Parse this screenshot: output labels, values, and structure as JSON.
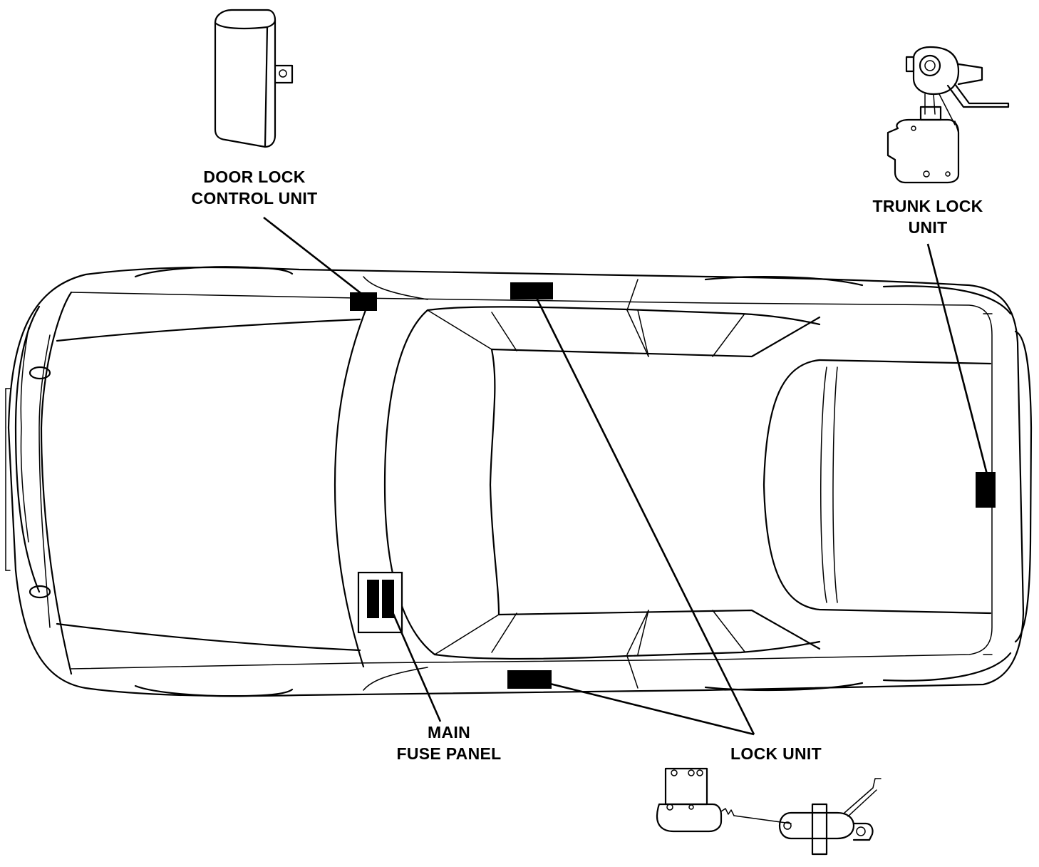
{
  "labels": {
    "door_lock_control_unit": [
      "DOOR LOCK",
      "CONTROL UNIT"
    ],
    "trunk_lock_unit": [
      "TRUNK LOCK",
      "UNIT"
    ],
    "main_fuse_panel": [
      "MAIN",
      "FUSE PANEL"
    ],
    "lock_unit": [
      "LOCK UNIT"
    ]
  },
  "icons": {
    "door_lock_control_unit": "control-module-box-icon",
    "trunk_lock_unit": "trunk-lock-actuator-icon",
    "lock_unit": "door-lock-actuator-icon"
  },
  "colors": {
    "ink": "#000000",
    "paper": "#ffffff"
  }
}
